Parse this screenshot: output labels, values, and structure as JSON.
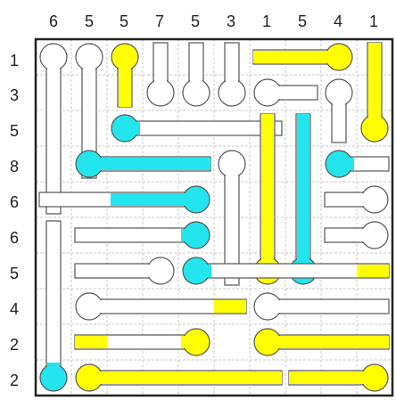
{
  "puzzle": {
    "grid_size": 10,
    "col_hints": [
      "6",
      "5",
      "5",
      "7",
      "5",
      "3",
      "1",
      "5",
      "4",
      "1"
    ],
    "row_hints": [
      "1",
      "3",
      "5",
      "8",
      "6",
      "6",
      "5",
      "4",
      "2",
      "2"
    ]
  },
  "colors": {
    "yellow": "#ffff00",
    "cyan": "#22e5ee",
    "grid": "#c8c8c8",
    "stroke": "#555555"
  },
  "thermometers": [
    {
      "bulb": [
        0,
        0
      ],
      "end": [
        0,
        4
      ],
      "fill": "none",
      "fillLen": 0
    },
    {
      "bulb": [
        1,
        0
      ],
      "end": [
        1,
        3
      ],
      "fill": "none",
      "fillLen": 0
    },
    {
      "bulb": [
        2,
        0
      ],
      "end": [
        2,
        1
      ],
      "fill": "yellow",
      "fillLen": 1
    },
    {
      "bulb": [
        3,
        1
      ],
      "end": [
        3,
        0
      ],
      "fill": "none",
      "fillLen": 0
    },
    {
      "bulb": [
        4,
        1
      ],
      "end": [
        4,
        0
      ],
      "fill": "none",
      "fillLen": 0
    },
    {
      "bulb": [
        5,
        1
      ],
      "end": [
        5,
        0
      ],
      "fill": "none",
      "fillLen": 0
    },
    {
      "bulb": [
        8,
        0
      ],
      "end": [
        6,
        0
      ],
      "fill": "yellow",
      "fillLen": 2
    },
    {
      "bulb": [
        9,
        2
      ],
      "end": [
        9,
        0
      ],
      "fill": "yellow",
      "fillLen": 2
    },
    {
      "bulb": [
        6,
        1
      ],
      "end": [
        7,
        1
      ],
      "fill": "none",
      "fillLen": 0
    },
    {
      "bulb": [
        8,
        1
      ],
      "end": [
        8,
        2
      ],
      "fill": "none",
      "fillLen": 0
    },
    {
      "bulb": [
        2,
        2
      ],
      "end": [
        6,
        2
      ],
      "fill": "cyan",
      "fillLen": 0
    },
    {
      "bulb": [
        6,
        6
      ],
      "end": [
        6,
        2
      ],
      "fill": "yellow",
      "fillLen": 4
    },
    {
      "bulb": [
        7,
        6
      ],
      "end": [
        7,
        2
      ],
      "fill": "cyan",
      "fillLen": 4
    },
    {
      "bulb": [
        1,
        3
      ],
      "end": [
        4,
        3
      ],
      "fill": "cyan",
      "fillLen": 3
    },
    {
      "bulb": [
        5,
        3
      ],
      "end": [
        5,
        6
      ],
      "fill": "none",
      "fillLen": 0
    },
    {
      "bulb": [
        8,
        3
      ],
      "end": [
        9,
        3
      ],
      "fill": "cyan",
      "fillLen": 0
    },
    {
      "bulb": [
        4,
        4
      ],
      "end": [
        0,
        4
      ],
      "fill": "cyan",
      "fillLen": 2
    },
    {
      "bulb": [
        9,
        4
      ],
      "end": [
        8,
        4
      ],
      "fill": "none",
      "fillLen": 0
    },
    {
      "bulb": [
        4,
        5
      ],
      "end": [
        1,
        5
      ],
      "fill": "cyan",
      "fillLen": 0
    },
    {
      "bulb": [
        9,
        5
      ],
      "end": [
        8,
        5
      ],
      "fill": "none",
      "fillLen": 0
    },
    {
      "bulb": [
        3,
        6
      ],
      "end": [
        1,
        6
      ],
      "fill": "none",
      "fillLen": 0
    },
    {
      "bulb": [
        4,
        6
      ],
      "end": [
        9,
        6
      ],
      "fill": "cyan",
      "fillLen": 0,
      "tipFill": "yellow"
    },
    {
      "bulb": [
        1,
        7
      ],
      "end": [
        5,
        7
      ],
      "fill": "none",
      "fillLen": 0,
      "tipFill": "yellow"
    },
    {
      "bulb": [
        6,
        7
      ],
      "end": [
        9,
        7
      ],
      "fill": "none",
      "fillLen": 0
    },
    {
      "bulb": [
        4,
        8
      ],
      "end": [
        1,
        8
      ],
      "fill": "yellow",
      "fillLen": 0,
      "tipFill": "yellow"
    },
    {
      "bulb": [
        6,
        8
      ],
      "end": [
        9,
        8
      ],
      "fill": "yellow",
      "fillLen": 3
    },
    {
      "bulb": [
        0,
        9
      ],
      "end": [
        0,
        5
      ],
      "fill": "cyan",
      "fillLen": 0
    },
    {
      "bulb": [
        1,
        9
      ],
      "end": [
        6,
        9
      ],
      "fill": "yellow",
      "fillLen": 5
    },
    {
      "bulb": [
        9,
        9
      ],
      "end": [
        7,
        9
      ],
      "fill": "yellow",
      "fillLen": 2
    }
  ]
}
